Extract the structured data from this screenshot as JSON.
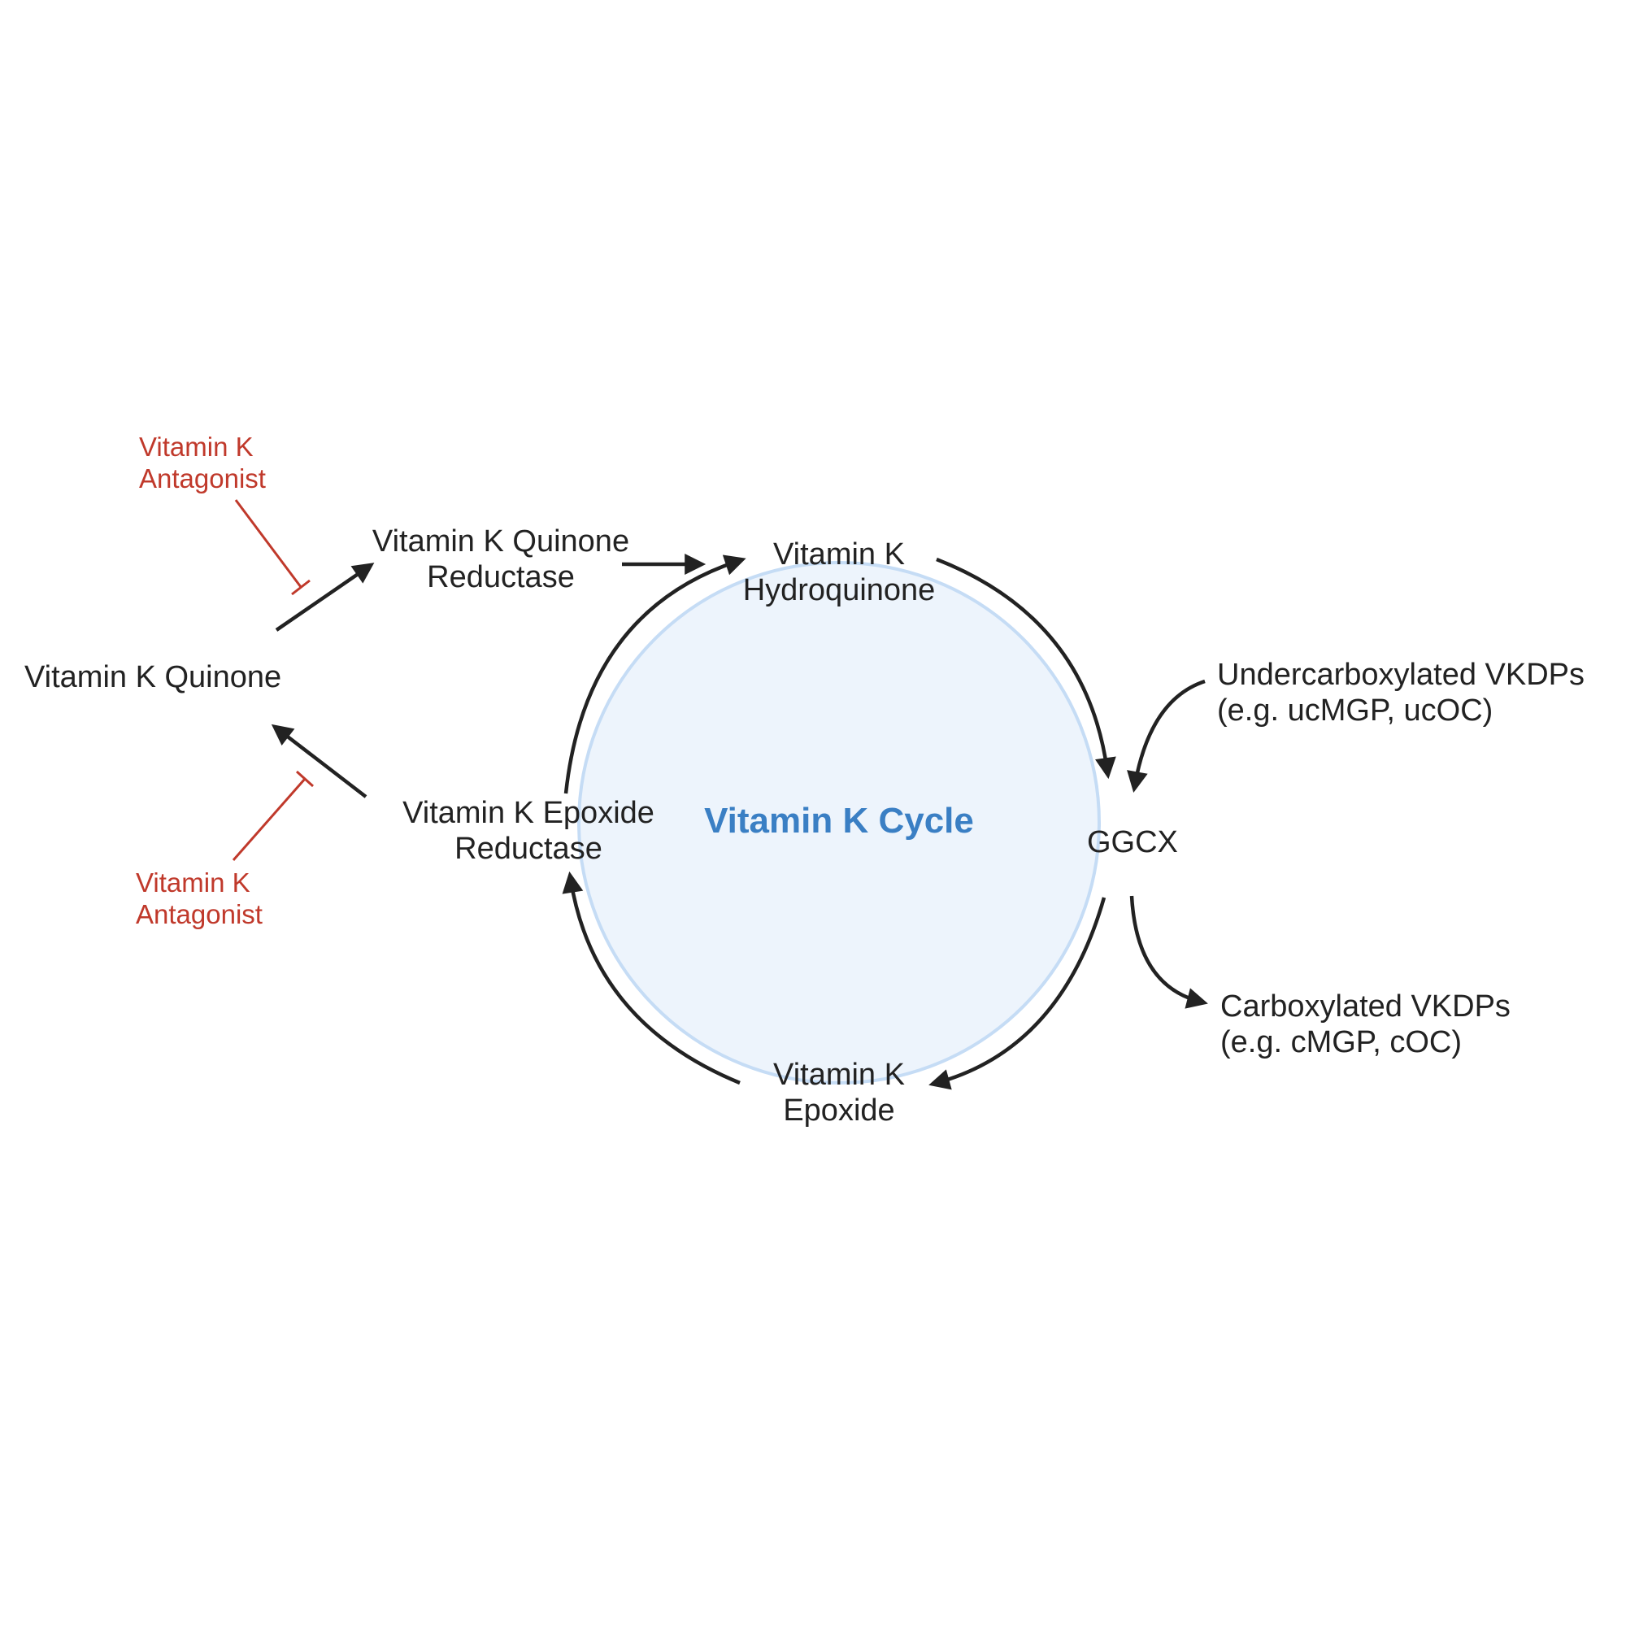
{
  "colors": {
    "arrow": "#222222",
    "inhibitor": "#c0392b",
    "circle_fill": "#edf4fc",
    "circle_stroke": "#c5dcf5",
    "title": "#3a7fc4"
  },
  "title": "Vitamin K Cycle",
  "nodes": {
    "hydroquinone": {
      "line1": "Vitamin K",
      "line2": "Hydroquinone"
    },
    "ggcx": {
      "label": "GGCX"
    },
    "epoxide": {
      "line1": "Vitamin K",
      "line2": "Epoxide"
    },
    "epoxide_reductase": {
      "line1": "Vitamin K Epoxide",
      "line2": "Reductase"
    },
    "quinone_reductase": {
      "line1": "Vitamin K Quinone",
      "line2": "Reductase"
    },
    "quinone": {
      "label": "Vitamin K Quinone"
    },
    "undercarboxylated": {
      "line1": "Undercarboxylated VKDPs",
      "line2": "(e.g. ucMGP, ucOC)"
    },
    "carboxylated": {
      "line1": "Carboxylated VKDPs",
      "line2": "(e.g. cMGP, cOC)"
    }
  },
  "antagonists": {
    "top": {
      "line1": "Vitamin K",
      "line2": "Antagonist"
    },
    "bottom": {
      "line1": "Vitamin K",
      "line2": "Antagonist"
    }
  }
}
